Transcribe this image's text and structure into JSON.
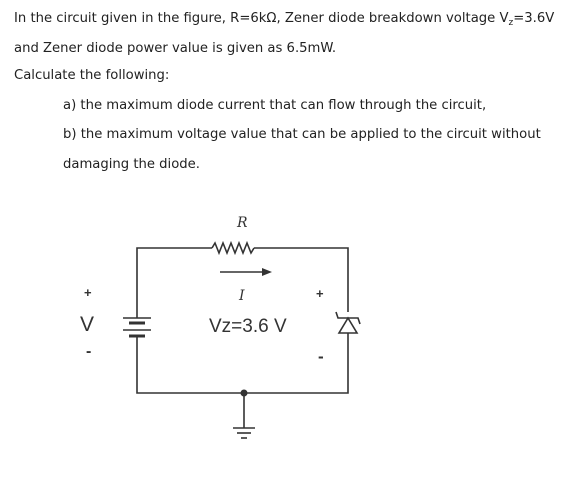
{
  "problem": {
    "line1_pre": "In the circuit given in the figure,  R=6kΩ,  Zener diode breakdown voltage V",
    "line1_sub": "z",
    "line1_post": "=3.6V",
    "line2": "and Zener diode power value is given as 6.5mW.",
    "line3": "Calculate the following:",
    "part_a": "a)   the maximum diode current that can flow through the circuit,",
    "part_b_1": "b) the maximum voltage value that can be applied to the circuit without",
    "part_b_2": "damaging the diode."
  },
  "figure": {
    "resistor_label": "R",
    "current_label": "I",
    "source_plus": "+",
    "source_label": "V",
    "source_minus": "-",
    "zener_label": "Vz=3.6 V",
    "zener_plus": "+",
    "zener_minus": "-"
  }
}
